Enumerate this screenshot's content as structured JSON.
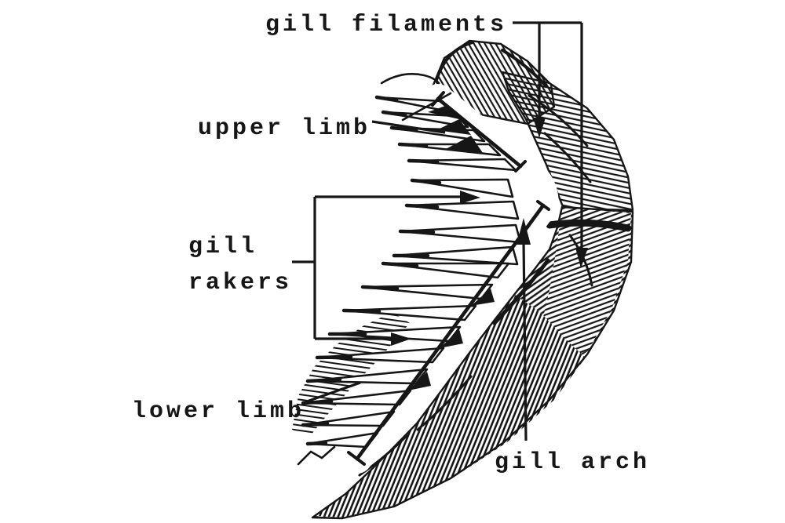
{
  "figure": {
    "background_color": "#ffffff",
    "ink_color": "#161616",
    "labels": {
      "gill_filaments": "gill filaments",
      "upper_limb": "upper limb",
      "gill_rakers_line1": "gill",
      "gill_rakers_line2": "rakers",
      "lower_limb": "lower limb",
      "gill_arch": "gill arch"
    },
    "annotations": {
      "gill_filaments_pointer": "two-down-arrows",
      "upper_limb_pointer": "leader-line",
      "gill_rakers_pointer": "bracket-with-two-right-arrows",
      "lower_limb_pointer": "leader-line",
      "gill_arch_pointer": "up-arrow"
    }
  }
}
